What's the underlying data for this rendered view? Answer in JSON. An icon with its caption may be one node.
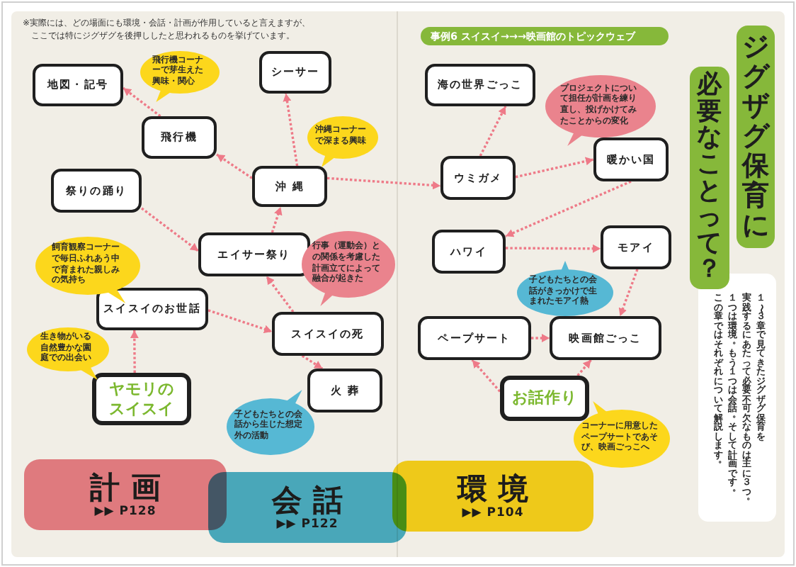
{
  "diagram": {
    "title": "事例6 スイスイ→→→映画館のトピックウェブ",
    "nodes": [
      {
        "text": [
          "地図・記号"
        ]
      },
      {
        "text": [
          "飛行機コーナーで芽生えた興味・関心"
        ]
      },
      {
        "text": [
          "シーサー"
        ]
      },
      {
        "text": [
          "飛行機"
        ]
      },
      {
        "text": [
          "沖縄コーナーで深まる興味"
        ]
      },
      {
        "text": [
          "祭りの踊り"
        ]
      },
      {
        "text": [
          "沖縄"
        ]
      },
      {
        "text": [
          "エイサー祭り"
        ]
      },
      {
        "text": [
          "行事（運動会）との関係を考慮した計画立てによって融合が起きた"
        ]
      },
      {
        "text": [
          "飼育観察コーナーで毎日ふれあう中で育まれた親しみの気持ち"
        ]
      },
      {
        "text": [
          "スイスイのお世話"
        ]
      },
      {
        "text": [
          "スイスイの死"
        ]
      },
      {
        "text": [
          "生き物がいる自然豊かな園庭での出会い"
        ]
      },
      {
        "text": [
          "ヤモリのスイスイ"
        ]
      },
      {
        "text": [
          "火葬"
        ]
      },
      {
        "text": [
          "子どもたちとの会話から生じた想定外の活動"
        ]
      },
      {
        "text": [
          "海の世界ごっこ"
        ]
      },
      {
        "text": [
          "プロジェクトについて担任が計画を練り直し、投げかけてみたことからの変化"
        ]
      },
      {
        "text": [
          "ウミガメ"
        ]
      },
      {
        "text": [
          "暖かい国"
        ]
      },
      {
        "text": [
          "ハワイ"
        ]
      },
      {
        "text": [
          "モアイ"
        ]
      },
      {
        "text": [
          "子どもたちとの会話がきっかけで生まれたモアイ熱"
        ]
      },
      {
        "text": [
          "ペープサート"
        ]
      },
      {
        "text": [
          "映画館ごっこ"
        ]
      },
      {
        "text": [
          "お話作り"
        ]
      },
      {
        "text": [
          "コーナーに用意したペープサートであそび、映画ごっこへ"
        ]
      },
      {
        "text": [
          "ジグザグ保育に"
        ]
      },
      {
        "text": [
          "必要なことって？"
        ]
      },
      {
        "text": [
          "１〜３章で見てきたジグザグ保育を",
          "実践するにあたって必要不可欠なものは主に３つ。",
          "１つは環境。もう１つは会話。そして計画です。",
          "この章ではそれぞれについて解説します。"
        ]
      },
      {
        "text": [
          "計画",
          "▶▶ P128"
        ]
      },
      {
        "text": [
          "会話",
          "▶▶ P122"
        ]
      },
      {
        "text": [
          "環境",
          "▶▶ P104"
        ]
      }
    ],
    "edges": [
      {
        "from": 3,
        "to": 0,
        "arrow": "to"
      },
      {
        "from": 6,
        "to": 2,
        "arrow": "to"
      },
      {
        "from": 6,
        "to": 3,
        "arrow": "to"
      },
      {
        "from": 6,
        "to": 18,
        "arrow": "to"
      },
      {
        "from": 5,
        "to": 7,
        "arrow": "to"
      },
      {
        "from": 7,
        "to": 6,
        "arrow": "to"
      },
      {
        "from": 11,
        "to": 7,
        "arrow": "to"
      },
      {
        "from": 10,
        "to": 11,
        "arrow": "to"
      },
      {
        "from": 11,
        "to": 14,
        "arrow": "to"
      },
      {
        "from": 13,
        "to": 10,
        "arrow": "to"
      },
      {
        "from": 18,
        "to": 16,
        "arrow": "to"
      },
      {
        "from": 18,
        "to": 19,
        "arrow": "to"
      },
      {
        "from": 19,
        "to": 20,
        "arrow": "to"
      },
      {
        "from": 20,
        "to": 21,
        "arrow": "to"
      },
      {
        "from": 21,
        "to": 24,
        "arrow": "to"
      },
      {
        "from": 23,
        "to": 24,
        "arrow": "to"
      },
      {
        "from": 25,
        "to": 23,
        "arrow": "to"
      },
      {
        "from": 25,
        "to": 24,
        "arrow": "to"
      }
    ],
    "labels": [
      "※実際には、どの場面にも環境・会話・計画が作用していると言えますが、ここでは特にジグザグを後押ししたと思われるものを挙げています。"
    ]
  }
}
